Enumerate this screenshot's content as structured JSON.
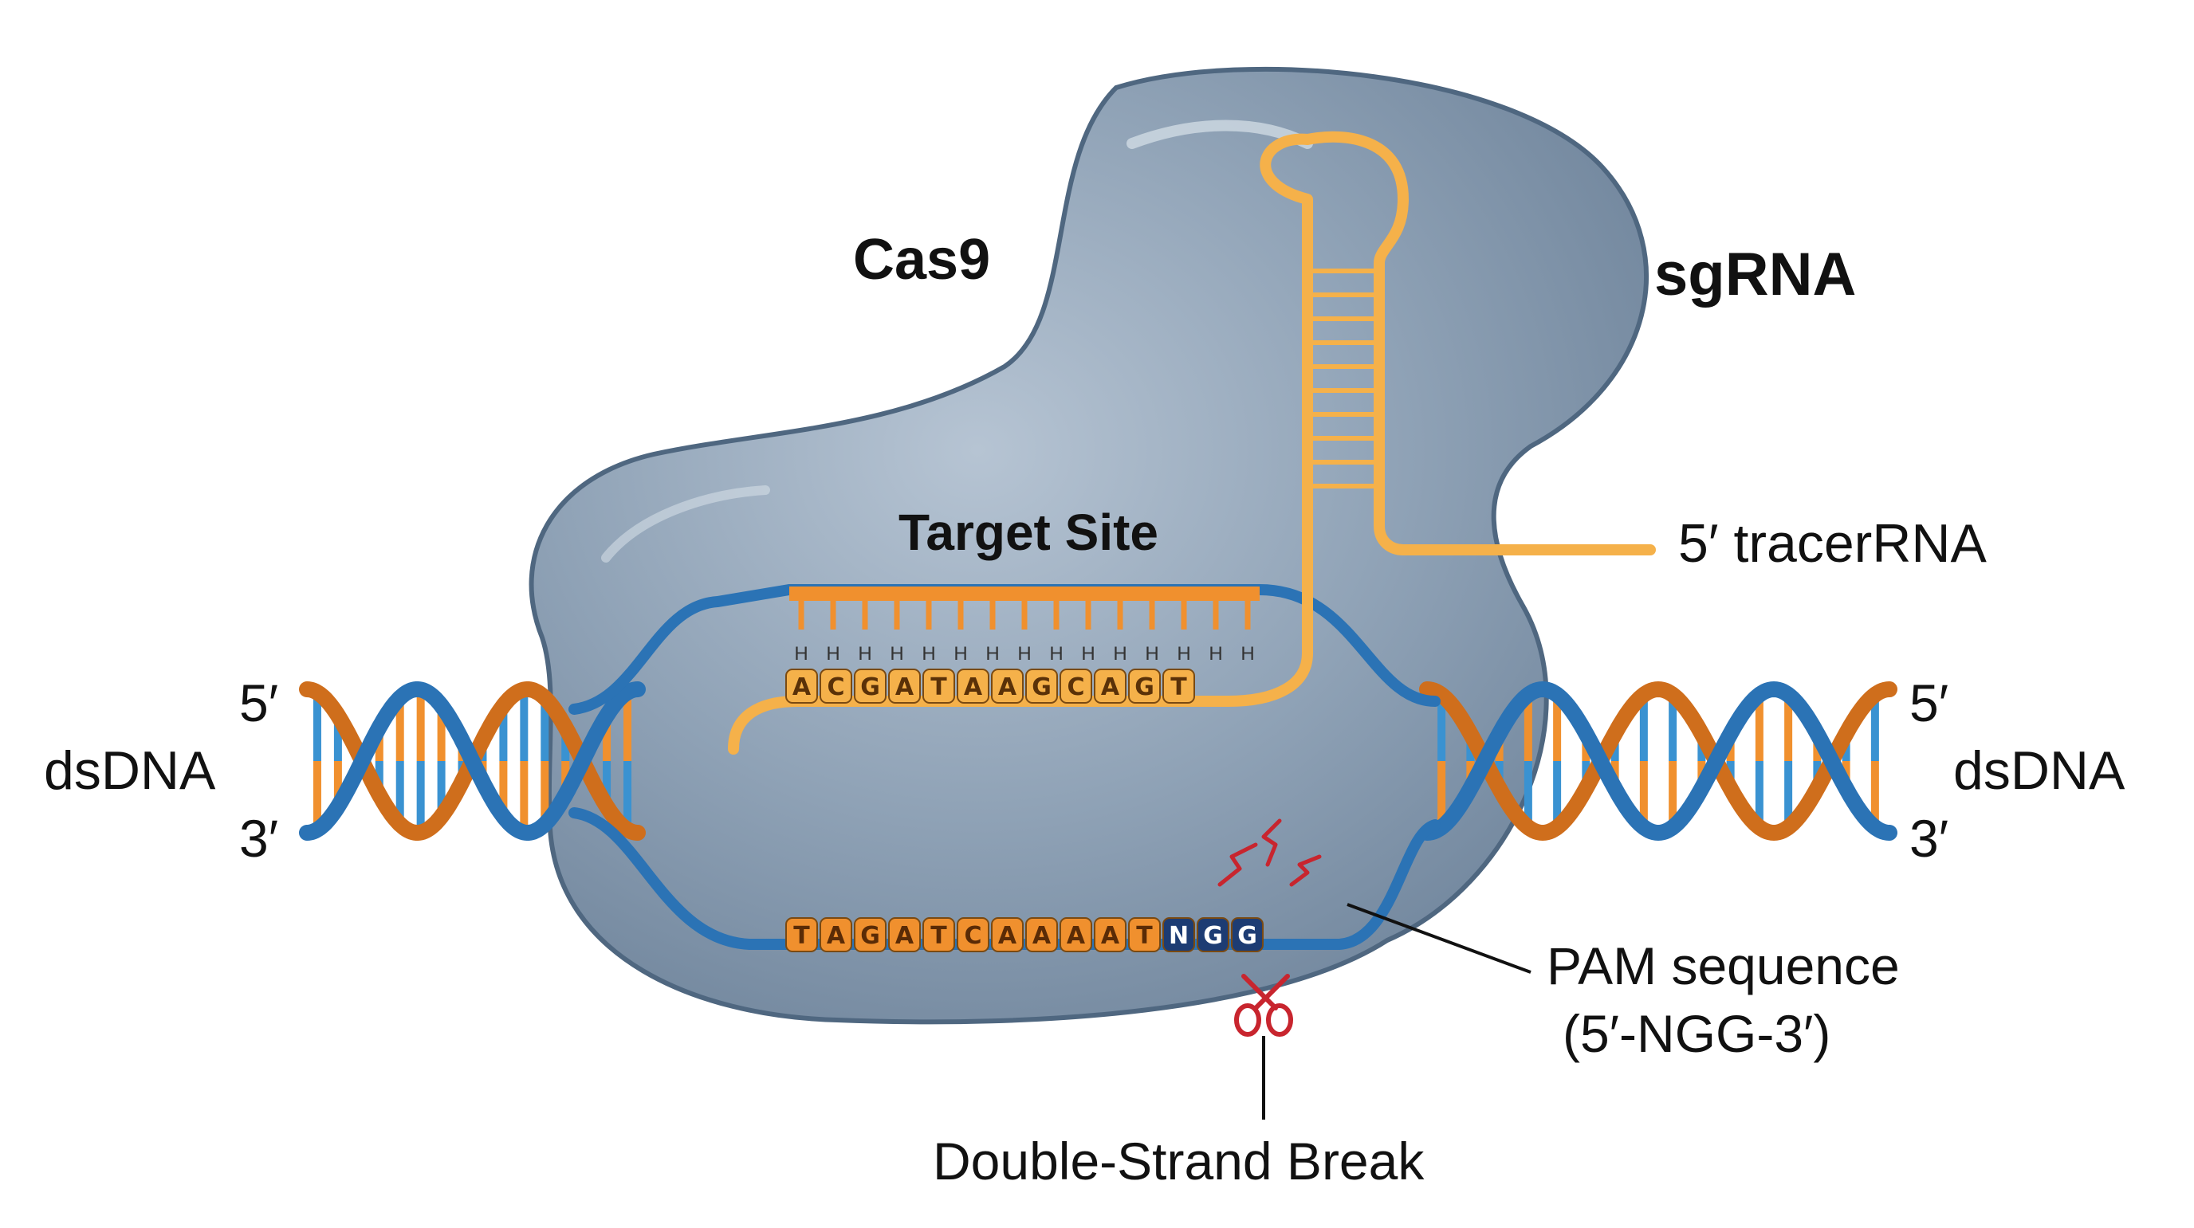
{
  "labels": {
    "cas9": "Cas9",
    "sgrna": "sgRNA",
    "target_site": "Target Site",
    "tracer_rna": "5′ tracerRNA",
    "left_five": "5′",
    "left_three": "3′",
    "left_dsdna": "dsDNA",
    "right_five": "5′",
    "right_three": "3′",
    "right_dsdna": "dsDNA",
    "pam_line1": "PAM sequence",
    "pam_line2": "(5′-NGG-3′)",
    "dsb": "Double-Strand Break"
  },
  "sgrna_guide_bases": [
    "A",
    "C",
    "G",
    "A",
    "T",
    "A",
    "A",
    "G",
    "C",
    "A",
    "G",
    "T"
  ],
  "hydrogen_bond_glyph": "H",
  "target_strand_bases": [
    "T",
    "A",
    "G",
    "A",
    "T",
    "C",
    "A",
    "A",
    "A",
    "A",
    "T"
  ],
  "pam_bases": [
    "N",
    "G",
    "G"
  ],
  "colors": {
    "protein": "#8a9db1",
    "protein_outline": "#4f6780",
    "dna_blue": "#2b73b5",
    "dna_blue_light": "#3a92d1",
    "dna_orange": "#f0902e",
    "dna_orange_dark": "#cf6e1c",
    "rna_yellow": "#f5b14a",
    "pam_navy": "#1d3c73",
    "scissors_red": "#c8252e"
  }
}
